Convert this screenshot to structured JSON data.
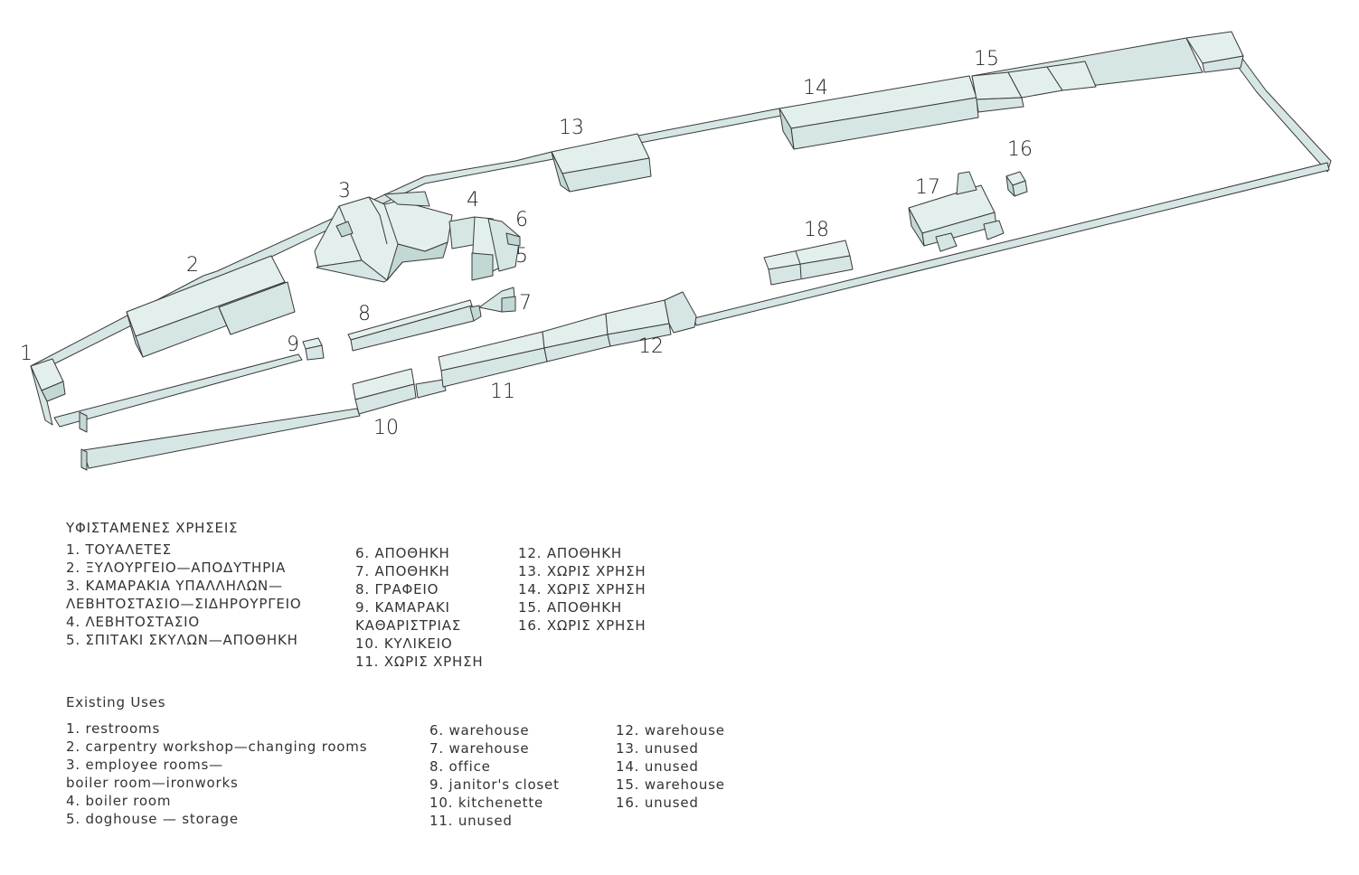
{
  "labels": {
    "n1": "1",
    "n2": "2",
    "n3": "3",
    "n4": "4",
    "n5": "5",
    "n6": "6",
    "n7": "7",
    "n8": "8",
    "n9": "9",
    "n10": "10",
    "n11": "11",
    "n12": "12",
    "n13": "13",
    "n14": "14",
    "n15": "15",
    "n16": "16",
    "n17": "17",
    "n18": "18"
  },
  "greek": {
    "title": "ΥΦΙΣΤΑΜΕΝΕΣ ΧΡΗΣΕΙΣ",
    "col1": [
      "1. ΤΟΥΑΛΕΤΕΣ",
      "2. ΞΥΛΟΥΡΓΕΙΟ—ΑΠΟΔΥΤΗΡΙΑ",
      "3. ΚΑΜΑΡΑΚΙΑ ΥΠΑΛΛΗΛΩΝ—",
      "ΛΕΒΗΤΟΣΤΑΣΙΟ—ΣΙΔΗΡΟΥΡΓΕΙΟ",
      "4. ΛΕΒΗΤΟΣΤΑΣΙΟ",
      "5. ΣΠΙΤΑΚΙ ΣΚΥΛΩΝ—ΑΠΟΘΗΚΗ"
    ],
    "col2": [
      "6. ΑΠΟΘΗΚΗ",
      "7. ΑΠΟΘΗΚΗ",
      "8. ΓΡΑΦΕΙΟ",
      "9. ΚΑΜΑΡΑΚΙ",
      "ΚΑΘΑΡΙΣΤΡΙΑΣ",
      "10. ΚΥΛΙΚΕΙΟ",
      "11. ΧΩΡΙΣ ΧΡΗΣΗ"
    ],
    "col3": [
      "12. ΑΠΟΘΗΚΗ",
      "13. ΧΩΡΙΣ ΧΡΗΣΗ",
      "14. ΧΩΡΙΣ ΧΡΗΣΗ",
      "15. ΑΠΟΘΗΚΗ",
      "16. ΧΩΡΙΣ ΧΡΗΣΗ"
    ]
  },
  "english": {
    "title": "Existing Uses",
    "col1": [
      "1. restrooms",
      "2. carpentry workshop—changing rooms",
      "3. employee rooms—",
      "boiler room—ironworks",
      "4. boiler room",
      "5. doghouse — storage"
    ],
    "col2": [
      "6. warehouse",
      "7. warehouse",
      "8. office",
      "9. janitor's closet",
      "10. kitchenette",
      "11. unused"
    ],
    "col3": [
      "12. warehouse",
      "13. unused",
      "14. unused",
      "15. warehouse",
      "16. unused"
    ]
  },
  "colors": {
    "building_fill": "#d5e6e4",
    "outline": "#3a3a3a"
  }
}
